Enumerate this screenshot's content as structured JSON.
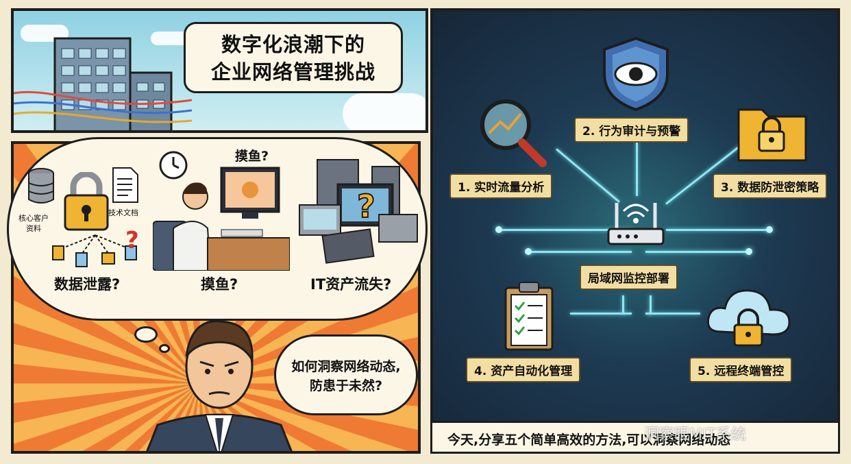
{
  "top_panel": {
    "title_line1": "数字化浪潮下的",
    "title_line2": "企业网络管理挑战"
  },
  "thought_cloud": {
    "data_leak_label": "数据泄露?",
    "slacking_top_label": "摸鱼?",
    "slacking_bottom_label": "摸鱼?",
    "asset_loss_label": "IT资产流失?",
    "customer_data_label_1": "核心客户",
    "customer_data_label_2": "资料",
    "tech_docs_label": "技术文档"
  },
  "speech_bubble": {
    "line1": "如何洞察网络动态,",
    "line2": "防患于未然?"
  },
  "solutions": {
    "hub_label": "局域网监控部署",
    "item1": "1. 实时流量分析",
    "item2": "2. 行为审计与预警",
    "item3": "3. 数据防泄密策略",
    "item4": "4. 资产自动化管理",
    "item5": "5. 远程终端管控"
  },
  "caption": {
    "text": "今天,分享五个简单高效的方法,可以洞察网络动态"
  },
  "watermark": "洞察眼MIT系统",
  "colors": {
    "tag_bg": "#f3dea2",
    "glow": "#8fe6f0",
    "right_bg": "#1d3a52",
    "sunburst_orange": "#ef7a33"
  }
}
